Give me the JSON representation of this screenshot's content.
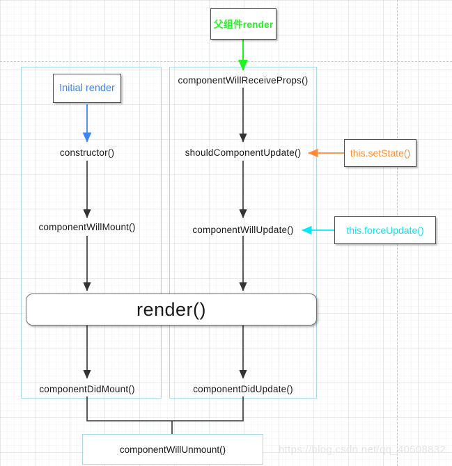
{
  "diagram": {
    "title": "React component lifecycle",
    "colors": {
      "green": "#21f521",
      "blue": "#3b86f7",
      "orange": "#ff8c34",
      "cyan": "#00e8f5",
      "arrow_dark": "#333333",
      "group_border": "#a5d8ef"
    },
    "top": {
      "parent_render": "父组件render"
    },
    "mounting": {
      "initial_render": "Initial render",
      "constructor": "constructor()",
      "will_mount": "componentWillMount()",
      "did_mount": "componentDidMount()"
    },
    "updating": {
      "will_receive_props": "componentWillReceiveProps()",
      "should_update": "shouldComponentUpdate()",
      "will_update": "componentWillUpdate()",
      "did_update": "componentDidUpdate()"
    },
    "triggers": {
      "set_state": "this.setState()",
      "force_update": "this.forceUpdate()"
    },
    "render": {
      "label": "render()"
    },
    "unmounting": {
      "will_unmount": "componentWillUnmount()"
    },
    "watermark": "https://blog.csdn.net/qq_40508832"
  }
}
